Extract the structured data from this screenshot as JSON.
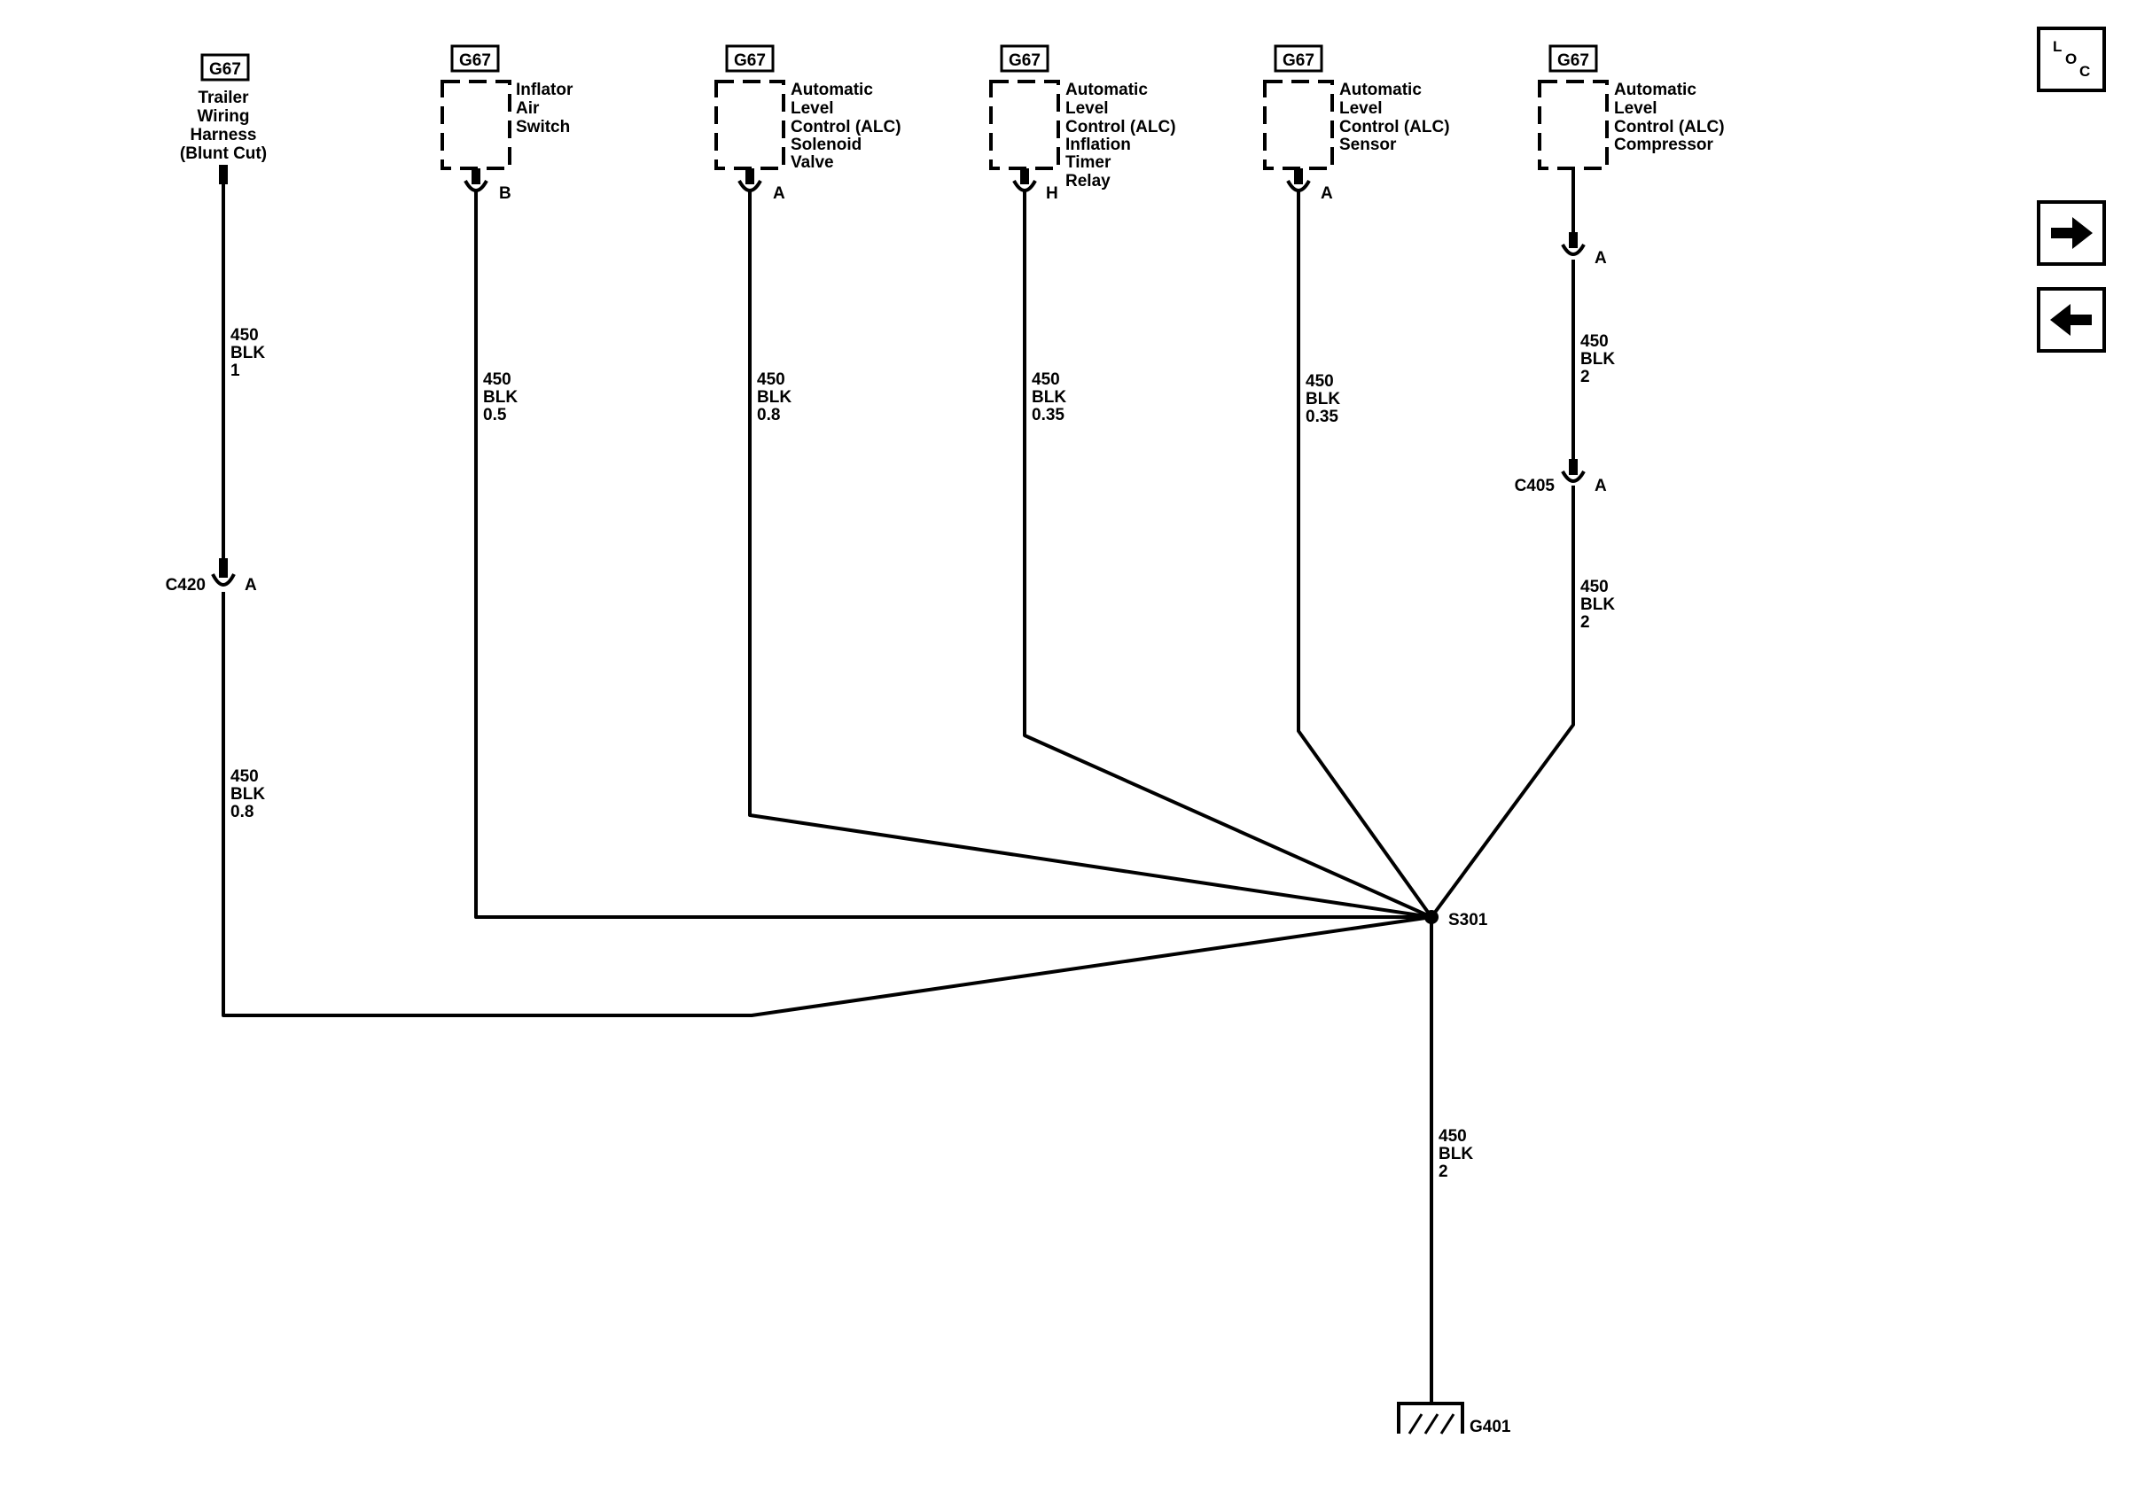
{
  "components": [
    {
      "ref": "G67",
      "label": [
        "Trailer",
        "Wiring",
        "Harness",
        "(Blunt Cut)"
      ],
      "pin": ""
    },
    {
      "ref": "G67",
      "label": [
        "Inflator",
        "Air",
        "Switch"
      ],
      "pin": "B"
    },
    {
      "ref": "G67",
      "label": [
        "Automatic",
        "Level",
        "Control (ALC)",
        "Solenoid",
        "Valve"
      ],
      "pin": "A"
    },
    {
      "ref": "G67",
      "label": [
        "Automatic",
        "Level",
        "Control (ALC)",
        "Inflation",
        "Timer",
        "Relay"
      ],
      "pin": "H"
    },
    {
      "ref": "G67",
      "label": [
        "Automatic",
        "Level",
        "Control (ALC)",
        "Sensor"
      ],
      "pin": "A"
    },
    {
      "ref": "G67",
      "label": [
        "Automatic",
        "Level",
        "Control (ALC)",
        "Compressor"
      ],
      "pin": "A"
    }
  ],
  "wires": [
    {
      "circuit": "450",
      "color": "BLK",
      "size": "1"
    },
    {
      "circuit": "450",
      "color": "BLK",
      "size": "0.8"
    },
    {
      "circuit": "450",
      "color": "BLK",
      "size": "0.5"
    },
    {
      "circuit": "450",
      "color": "BLK",
      "size": "0.8"
    },
    {
      "circuit": "450",
      "color": "BLK",
      "size": "0.35"
    },
    {
      "circuit": "450",
      "color": "BLK",
      "size": "0.35"
    },
    {
      "circuit": "450",
      "color": "BLK",
      "size": "2"
    },
    {
      "circuit": "450",
      "color": "BLK",
      "size": "2"
    },
    {
      "circuit": "450",
      "color": "BLK",
      "size": "2"
    }
  ],
  "connectors": [
    {
      "name": "C420",
      "pin": "A"
    },
    {
      "name": "",
      "pin": "A"
    },
    {
      "name": "C405",
      "pin": "A"
    }
  ],
  "splice": "S301",
  "ground": "G401",
  "nav": {
    "loc_letters": [
      "L",
      "O",
      "C"
    ],
    "loc_icon": "location-icon",
    "next_icon": "arrow-right-icon",
    "prev_icon": "arrow-left-icon"
  }
}
